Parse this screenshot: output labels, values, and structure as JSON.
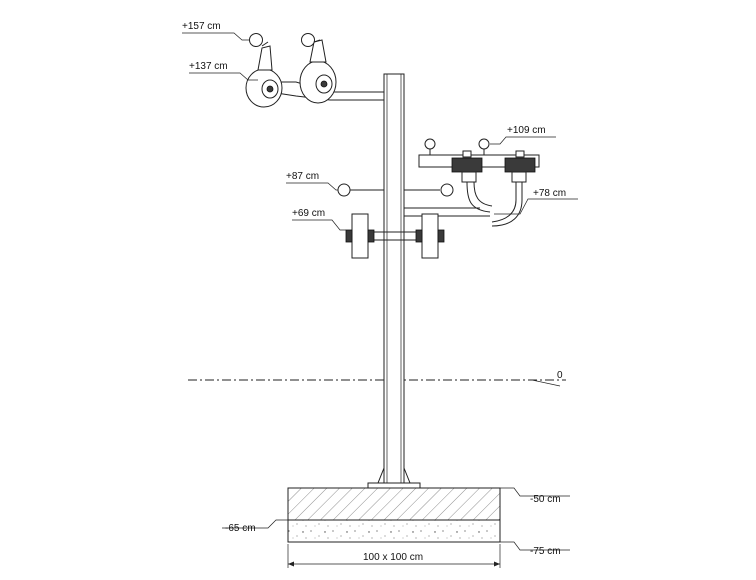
{
  "drawing": {
    "colors": {
      "ink": "#222222",
      "fill_dark": "#3a3a3a",
      "background": "#ffffff"
    },
    "labels": {
      "h157": "+157 cm",
      "h137": "+137 cm",
      "h109": "+109 cm",
      "h87": "+87 cm",
      "h78": "+78 cm",
      "h69": "+69 cm",
      "ground": "0",
      "d50": "-50 cm",
      "d65": "-65 cm",
      "d75": "-75 cm",
      "foundation": "100 x 100 cm"
    }
  }
}
